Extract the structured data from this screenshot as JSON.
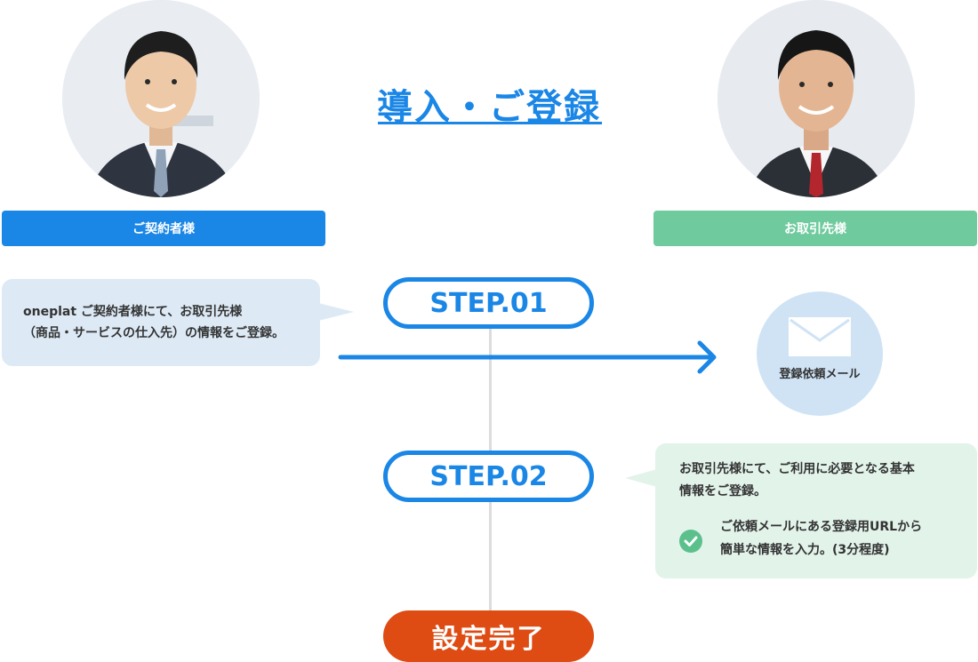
{
  "title": "導入・ご登録",
  "roles": {
    "left": "ご契約者様",
    "right": "お取引先様"
  },
  "steps": {
    "step1": "STEP.01",
    "step2": "STEP.02",
    "complete": "設定完了"
  },
  "step1_bubble": {
    "line1": "oneplat ご契約者様にて、お取引先様",
    "line2": "（商品・サービスの仕入先）の情報をご登録。"
  },
  "mail": {
    "label": "登録依頼メール",
    "icon": "envelope-icon"
  },
  "step2_bubble": {
    "line1": "お取引先様にて、ご利用に必要となる基本",
    "line2": "情報をご登録。",
    "note_line1": "ご依頼メールにある登録用URLから",
    "note_line2": "簡単な情報を入力。(3分程度)",
    "icon": "check-icon"
  },
  "colors": {
    "blue": "#1a86e6",
    "green": "#6fca9e",
    "orange": "#de4b13"
  }
}
